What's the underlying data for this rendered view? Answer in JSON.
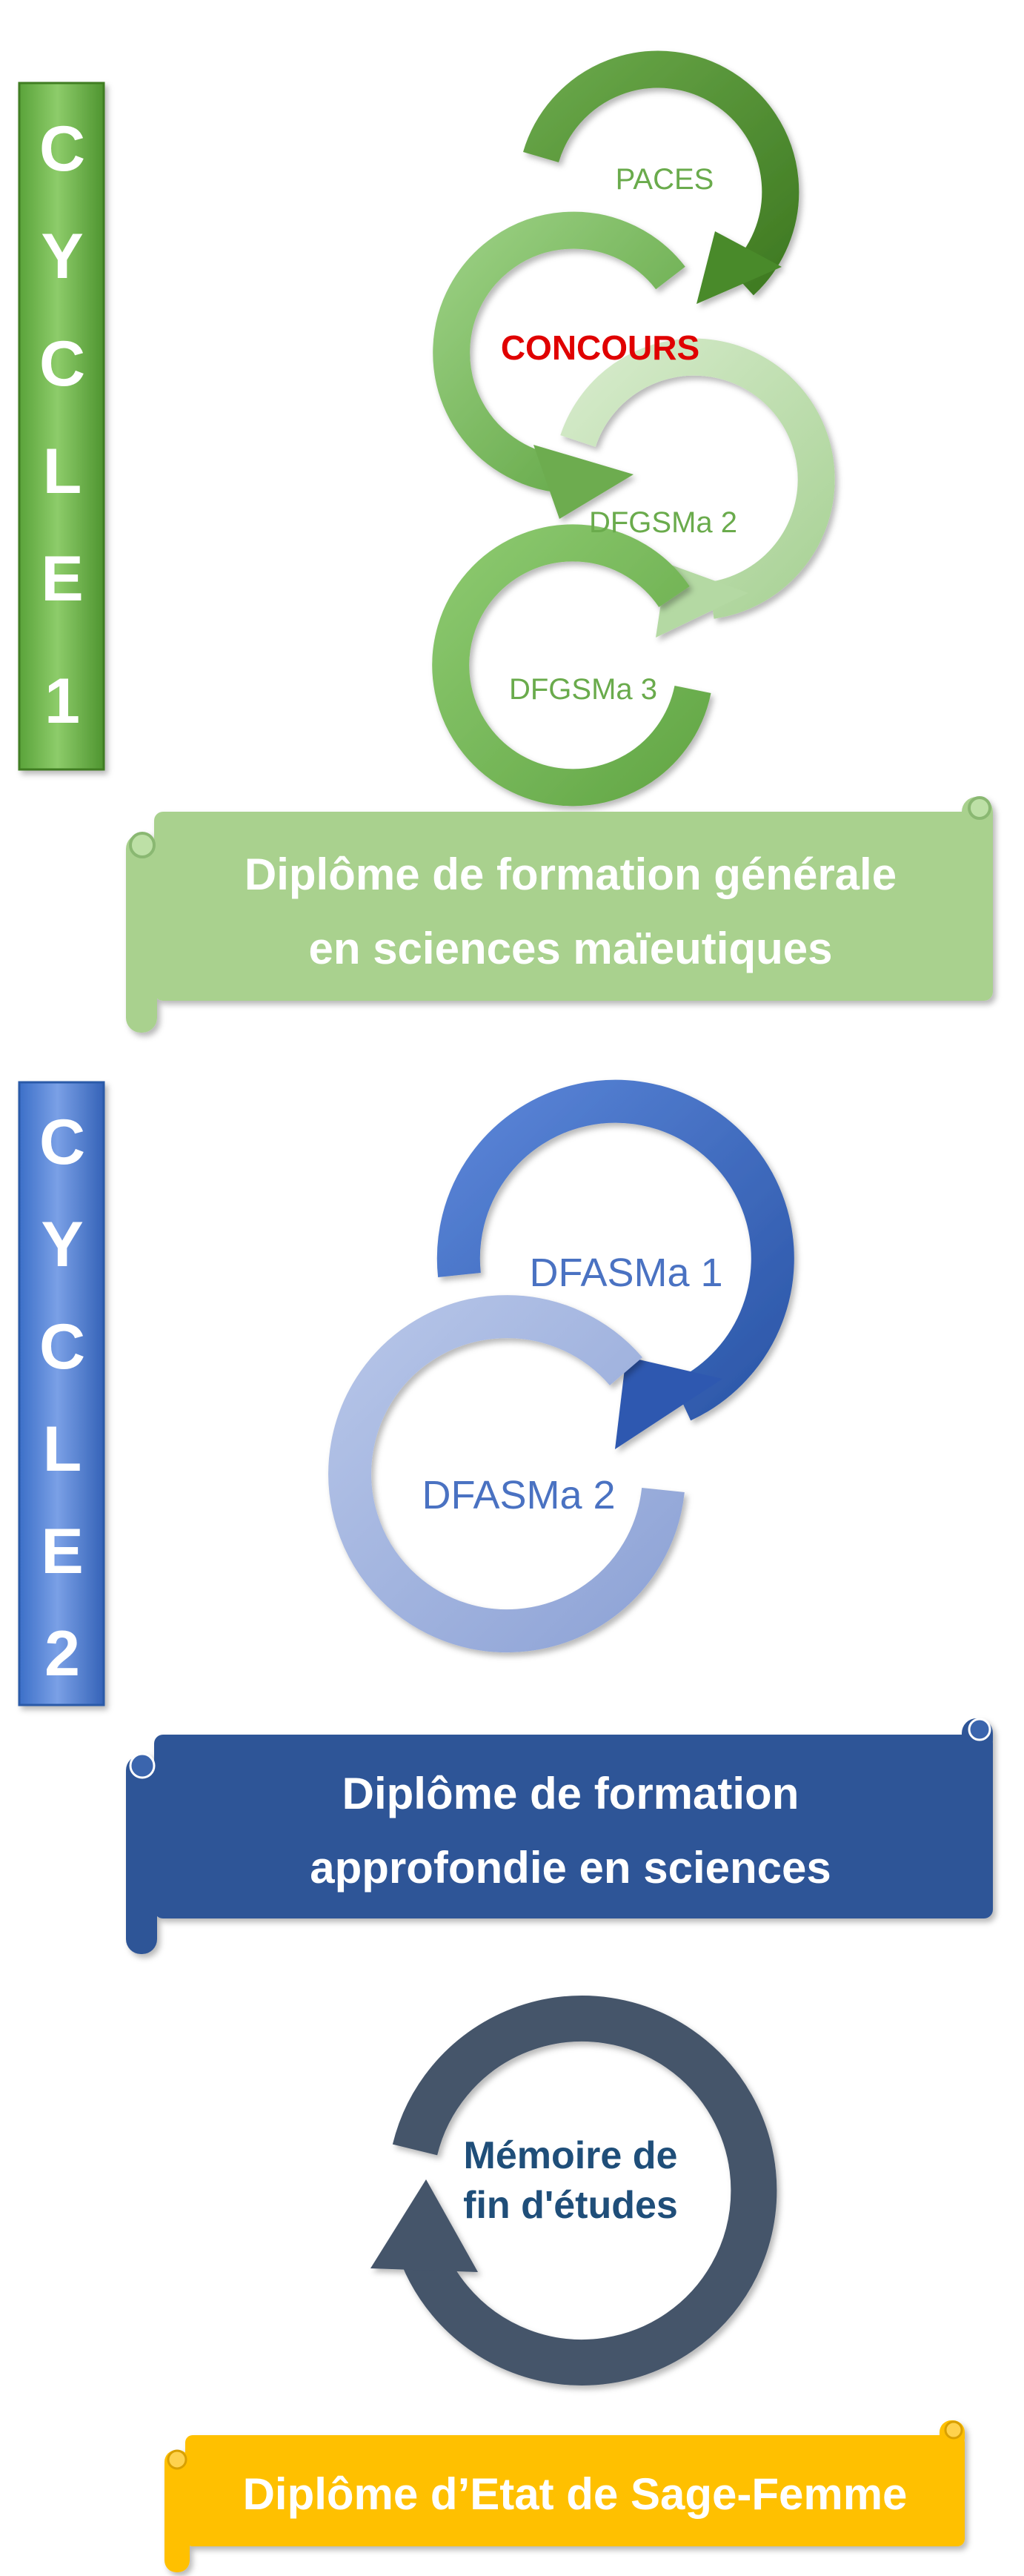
{
  "cycle1": {
    "letters": [
      "C",
      "Y",
      "C",
      "L",
      "E",
      "1"
    ],
    "steps": {
      "paces": "PACES",
      "concours": "CONCOURS",
      "dfgsma2": "DFGSMa 2",
      "dfgsma3": "DFGSMa 3"
    },
    "diploma_line1": "Diplôme de formation générale",
    "diploma_line2": "en sciences maïeutiques"
  },
  "cycle2": {
    "letters": [
      "C",
      "Y",
      "C",
      "L",
      "E",
      "2"
    ],
    "steps": {
      "dfasma1": "DFASMa 1",
      "dfasma2": "DFASMa 2"
    },
    "diploma_line1": "Diplôme de formation",
    "diploma_line2": "approfondie en sciences"
  },
  "final": {
    "memoire_line1": "Mémoire de",
    "memoire_line2": "fin d'études",
    "diploma": "Diplôme d’Etat de Sage-Femme"
  },
  "colors": {
    "cycle1_bar": "#6fb84a",
    "cycle2_bar": "#4f7fd2",
    "green_dark": "#4e8c2f",
    "green_mid": "#7dbb66",
    "green_light": "#c5e0b8",
    "banner_green": "#a9d18e",
    "blue_dark": "#2e59b0",
    "blue_light": "#9aaedb",
    "banner_blue": "#2f5597",
    "slate": "#44546a",
    "banner_gold": "#ffc000",
    "concours_red": "#e00000"
  }
}
